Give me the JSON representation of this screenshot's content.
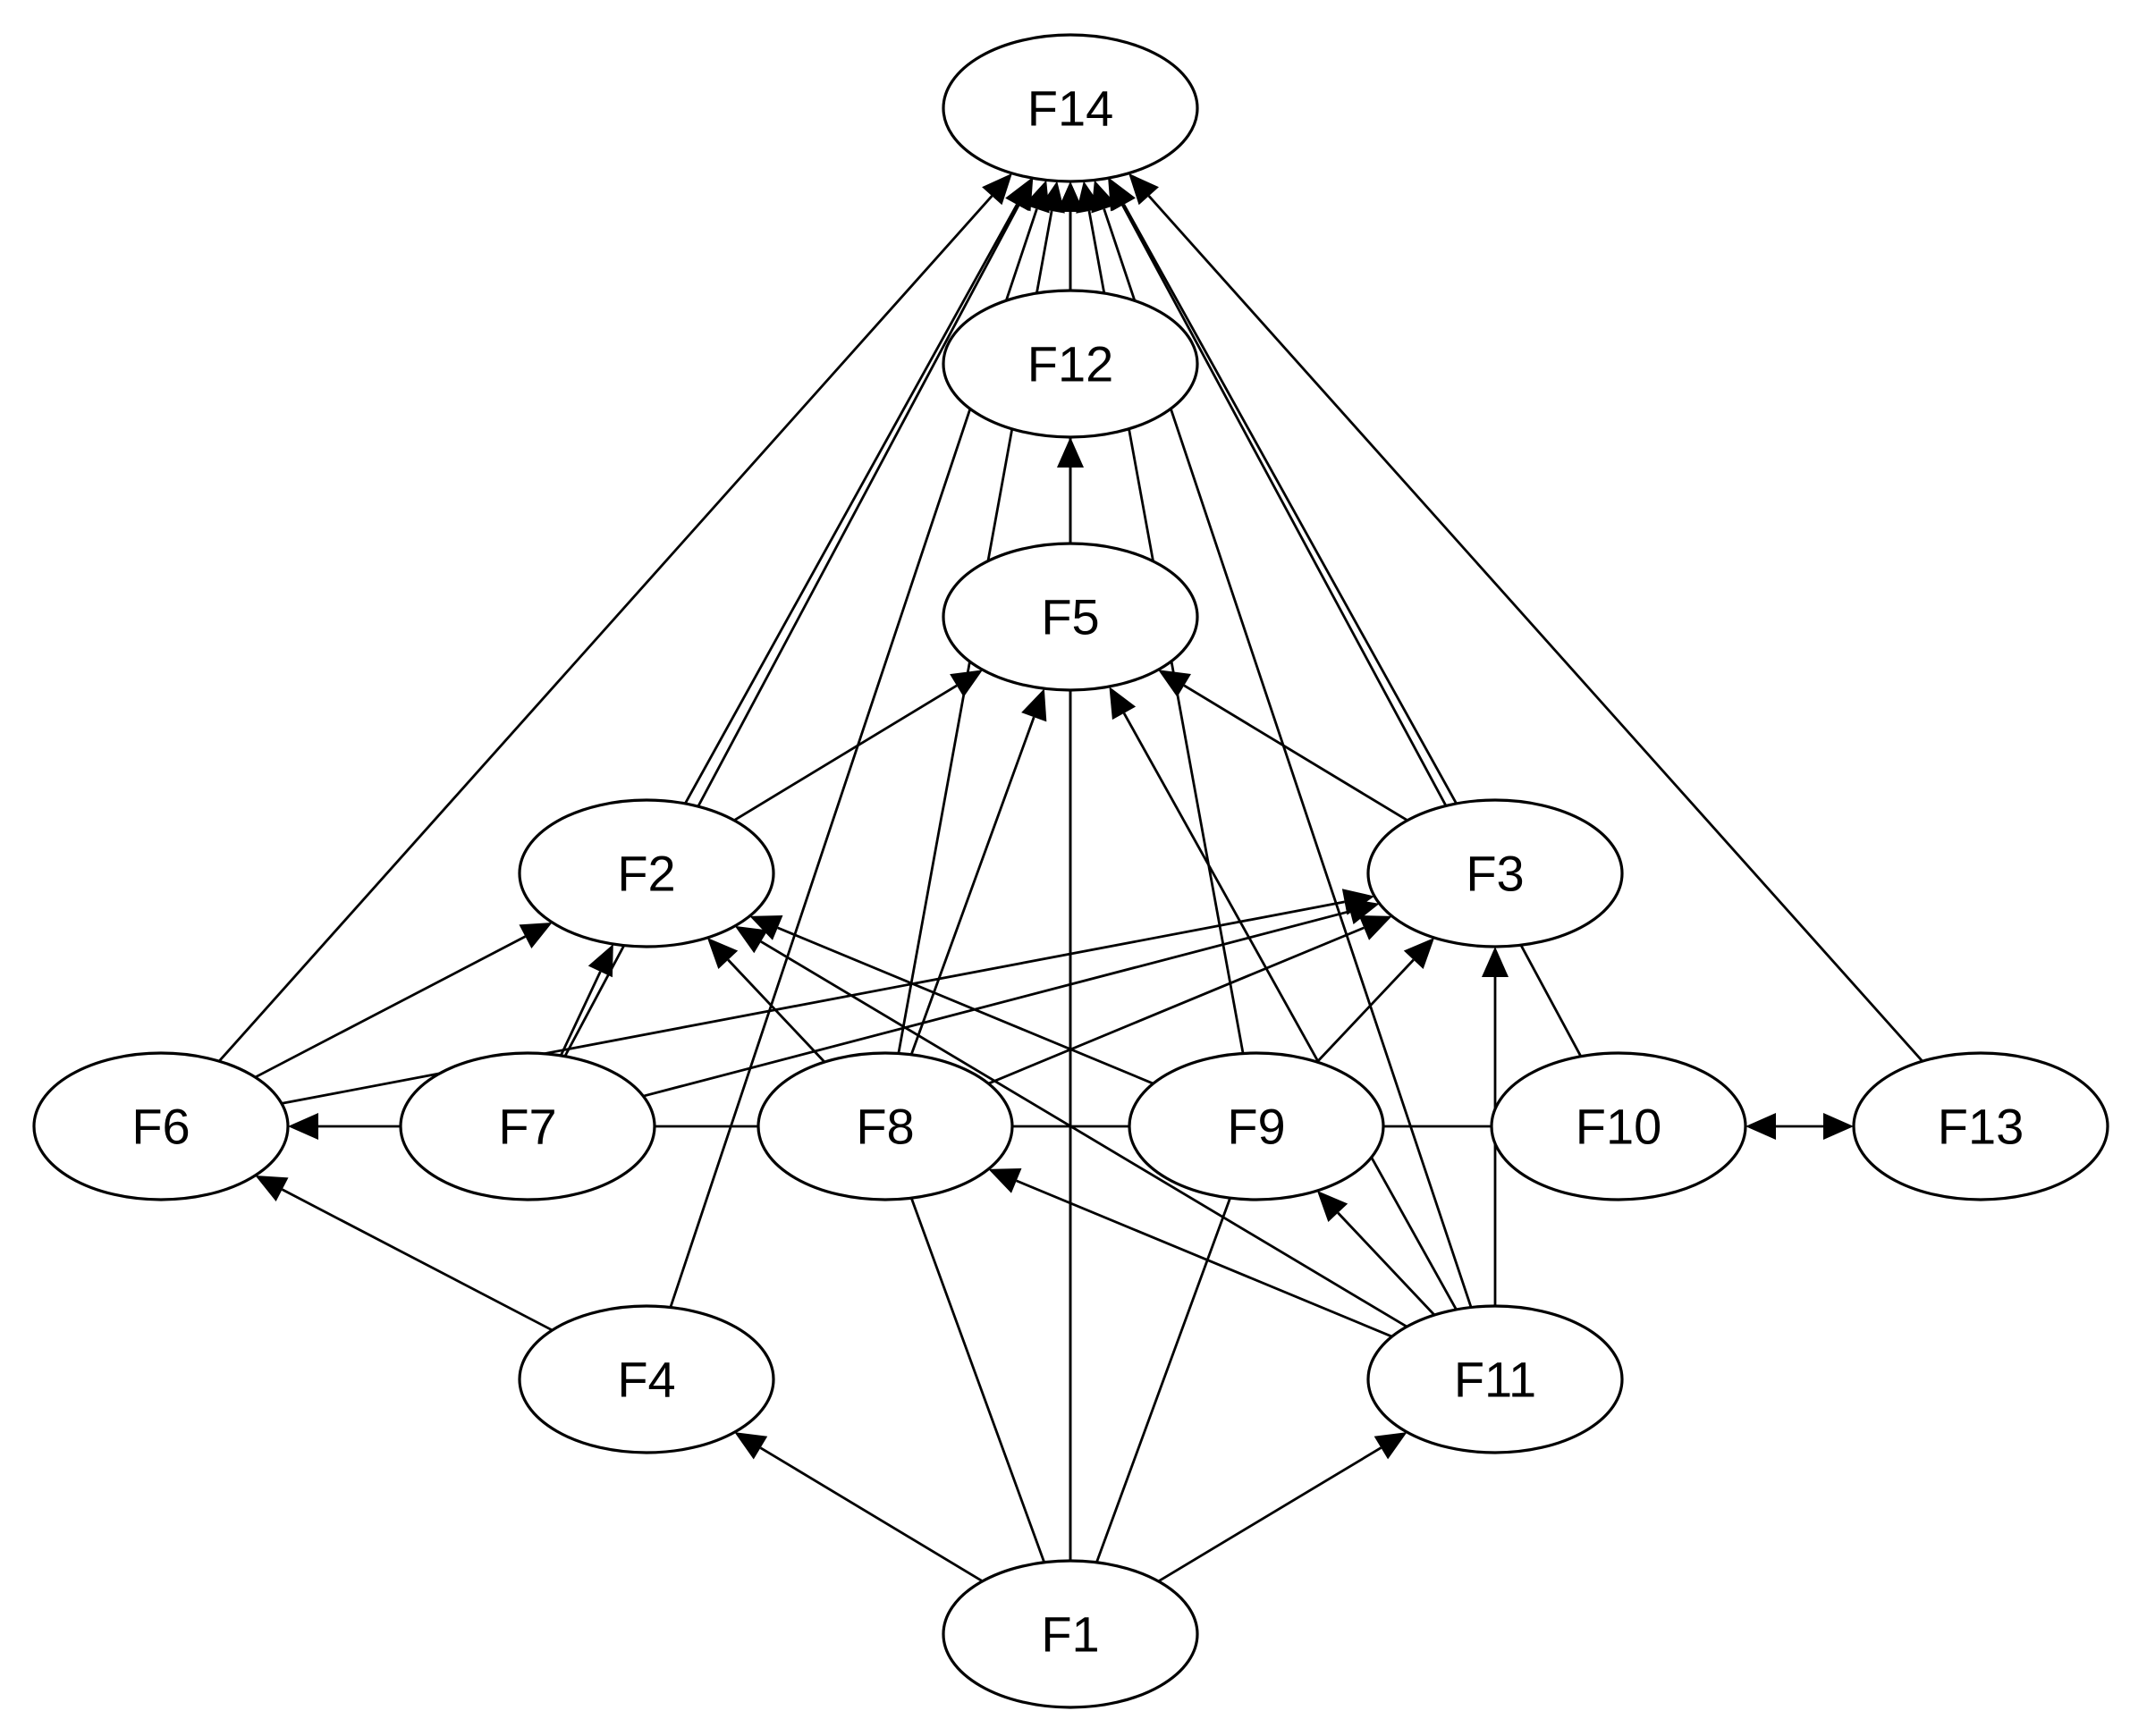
{
  "diagram": {
    "nodes": [
      {
        "id": "F14",
        "label": "F14"
      },
      {
        "id": "F12",
        "label": "F12"
      },
      {
        "id": "F5",
        "label": "F5"
      },
      {
        "id": "F2",
        "label": "F2"
      },
      {
        "id": "F3",
        "label": "F3"
      },
      {
        "id": "F6",
        "label": "F6"
      },
      {
        "id": "F7",
        "label": "F7"
      },
      {
        "id": "F8",
        "label": "F8"
      },
      {
        "id": "F9",
        "label": "F9"
      },
      {
        "id": "F10",
        "label": "F10"
      },
      {
        "id": "F13",
        "label": "F13"
      },
      {
        "id": "F4",
        "label": "F4"
      },
      {
        "id": "F11",
        "label": "F11"
      },
      {
        "id": "F1",
        "label": "F1"
      }
    ],
    "edges": [
      {
        "from": "F12",
        "to": "F14",
        "arrow": "end"
      },
      {
        "from": "F5",
        "to": "F14",
        "arrow": "end"
      },
      {
        "from": "F2",
        "to": "F14",
        "arrow": "end"
      },
      {
        "from": "F3",
        "to": "F14",
        "arrow": "end"
      },
      {
        "from": "F6",
        "to": "F14",
        "arrow": "end"
      },
      {
        "from": "F7",
        "to": "F14",
        "arrow": "end"
      },
      {
        "from": "F8",
        "to": "F14",
        "arrow": "end"
      },
      {
        "from": "F9",
        "to": "F14",
        "arrow": "end"
      },
      {
        "from": "F10",
        "to": "F14",
        "arrow": "end"
      },
      {
        "from": "F13",
        "to": "F14",
        "arrow": "end"
      },
      {
        "from": "F4",
        "to": "F14",
        "arrow": "end"
      },
      {
        "from": "F11",
        "to": "F14",
        "arrow": "end"
      },
      {
        "from": "F1",
        "to": "F14",
        "arrow": "end"
      },
      {
        "from": "F5",
        "to": "F12",
        "arrow": "end"
      },
      {
        "from": "F2",
        "to": "F5",
        "arrow": "end"
      },
      {
        "from": "F3",
        "to": "F5",
        "arrow": "end"
      },
      {
        "from": "F8",
        "to": "F5",
        "arrow": "end"
      },
      {
        "from": "F11",
        "to": "F5",
        "arrow": "end"
      },
      {
        "from": "F1",
        "to": "F5",
        "arrow": "none"
      },
      {
        "from": "F6",
        "to": "F2",
        "arrow": "end"
      },
      {
        "from": "F7",
        "to": "F2",
        "arrow": "end"
      },
      {
        "from": "F8",
        "to": "F2",
        "arrow": "end"
      },
      {
        "from": "F9",
        "to": "F2",
        "arrow": "end"
      },
      {
        "from": "F11",
        "to": "F2",
        "arrow": "end"
      },
      {
        "from": "F6",
        "to": "F3",
        "arrow": "end"
      },
      {
        "from": "F7",
        "to": "F3",
        "arrow": "end"
      },
      {
        "from": "F8",
        "to": "F3",
        "arrow": "end"
      },
      {
        "from": "F9",
        "to": "F3",
        "arrow": "end"
      },
      {
        "from": "F11",
        "to": "F3",
        "arrow": "end"
      },
      {
        "from": "F7",
        "to": "F6",
        "arrow": "end"
      },
      {
        "from": "F4",
        "to": "F6",
        "arrow": "end"
      },
      {
        "from": "F7",
        "to": "F8",
        "arrow": "none"
      },
      {
        "from": "F8",
        "to": "F9",
        "arrow": "none"
      },
      {
        "from": "F9",
        "to": "F10",
        "arrow": "none"
      },
      {
        "from": "F10",
        "to": "F13",
        "arrow": "both"
      },
      {
        "from": "F11",
        "to": "F8",
        "arrow": "end"
      },
      {
        "from": "F11",
        "to": "F9",
        "arrow": "end"
      },
      {
        "from": "F1",
        "to": "F4",
        "arrow": "end"
      },
      {
        "from": "F1",
        "to": "F11",
        "arrow": "end"
      },
      {
        "from": "F1",
        "to": "F8",
        "arrow": "none"
      },
      {
        "from": "F1",
        "to": "F9",
        "arrow": "none"
      }
    ]
  }
}
